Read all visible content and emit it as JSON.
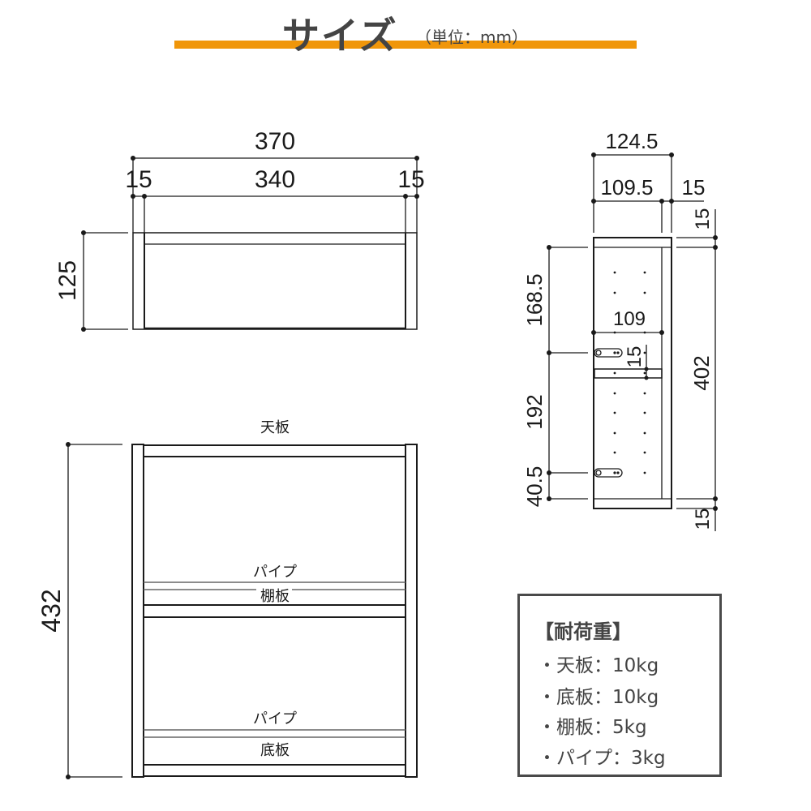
{
  "header": {
    "title": "サイズ",
    "unit": "（単位：mm）",
    "accent_color": "#f0960a"
  },
  "top_view": {
    "overall_width": "370",
    "inner_width": "340",
    "left_side": "15",
    "right_side": "15",
    "depth": "125"
  },
  "side_view": {
    "overall_depth": "124.5",
    "inner_depth": "109.5",
    "back_panel": "15",
    "top_thickness": "15",
    "upper_height": "168.5",
    "shelf_depth": "109",
    "shelf_thickness": "15",
    "middle_height": "192",
    "bottom_gap": "40.5",
    "total_inner_height": "402",
    "bottom_thickness": "15"
  },
  "front_view": {
    "total_height": "432",
    "labels": {
      "top_board": "天板",
      "pipe_upper": "パイプ",
      "shelf": "棚板",
      "pipe_lower": "パイプ",
      "bottom_board": "底板"
    }
  },
  "load_capacity": {
    "heading": "【耐荷重】",
    "items": [
      "・天板：10kg",
      "・底板：10kg",
      "・棚板：5kg",
      "・パイプ：3kg"
    ]
  }
}
